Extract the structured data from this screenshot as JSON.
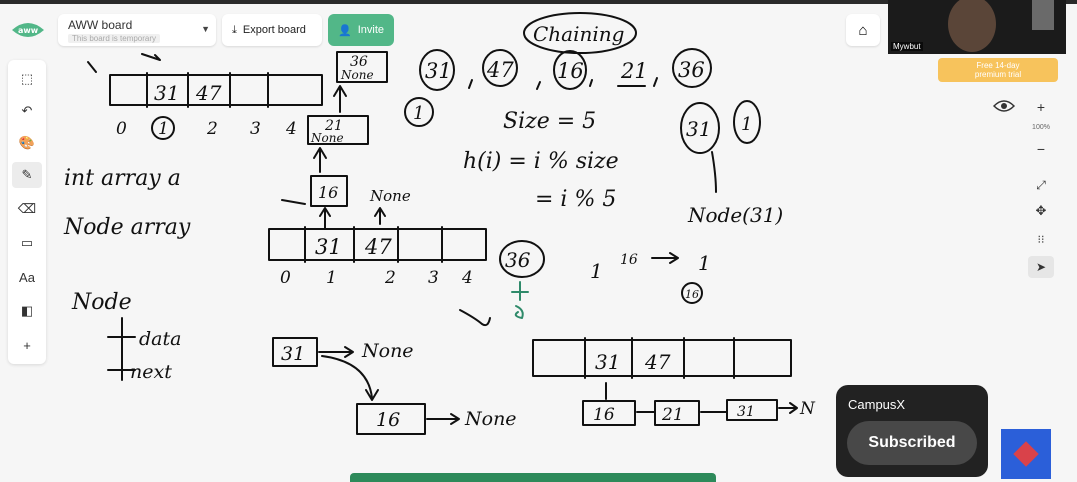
{
  "app": {
    "board_name": "AWW board",
    "board_subtitle": "This board is temporary",
    "export_label": "Export board",
    "invite_label": "Invite",
    "trial_line1": "Free 14-day",
    "trial_line2": "premium trial",
    "zoom_level": "100%",
    "webcam_name": "Mywbut"
  },
  "colors": {
    "accent": "#52b788",
    "trial": "#f7c35c"
  },
  "toolbar": {
    "icons": [
      "select-icon",
      "undo-icon",
      "palette-icon",
      "pen-icon",
      "eraser-icon",
      "rectangle-icon",
      "text-icon",
      "sticky-note-icon",
      "add-icon"
    ],
    "text_tool_label": "Aa"
  },
  "rightbar": {
    "icons": [
      "eye-icon",
      "zoom-in-icon",
      "zoom-out-icon",
      "fullscreen-icon",
      "move-icon",
      "fit-icon",
      "pointer-icon"
    ]
  },
  "youtube": {
    "channel": "CampusX",
    "subscribe_label": "Subscribed"
  },
  "whiteboard": {
    "title": "Chaining",
    "keys": [
      "31",
      "47",
      "16",
      "21",
      "36"
    ],
    "size_text": "Size = 5",
    "hash_line1": "h(i) = i % size",
    "hash_line2": "= i % 5",
    "circled_a": "1",
    "circled_b": "31",
    "circled_c": "1",
    "node_text": "Node(31)",
    "int_array": "int array a",
    "node_array": "Node array",
    "node_label": "Node",
    "node_data": "data",
    "node_next": "next",
    "array1": [
      "",
      "31",
      "47",
      "",
      ""
    ],
    "array1_idx": [
      "0",
      "1",
      "2",
      "3",
      "4"
    ],
    "array2": [
      "",
      "31",
      "47",
      "",
      ""
    ],
    "array2_idx": [
      "0",
      "1",
      "2",
      "3",
      "4"
    ],
    "box_36": "36",
    "box_36_none": "None",
    "box_21": "21",
    "box_21_none": "None",
    "box_16": "16",
    "none_label": "None",
    "circled_36": "36",
    "sixteen_arrow": "16",
    "one_left": "1",
    "one_right": "1",
    "circled_16": "16",
    "chain_31": "31",
    "chain_31_next": "None",
    "chain_16": "16",
    "chain_16_next": "None",
    "array3": [
      "",
      "31",
      "47",
      "",
      ""
    ],
    "chain_list": [
      "16",
      "21",
      "31"
    ],
    "chain_end": "N"
  }
}
